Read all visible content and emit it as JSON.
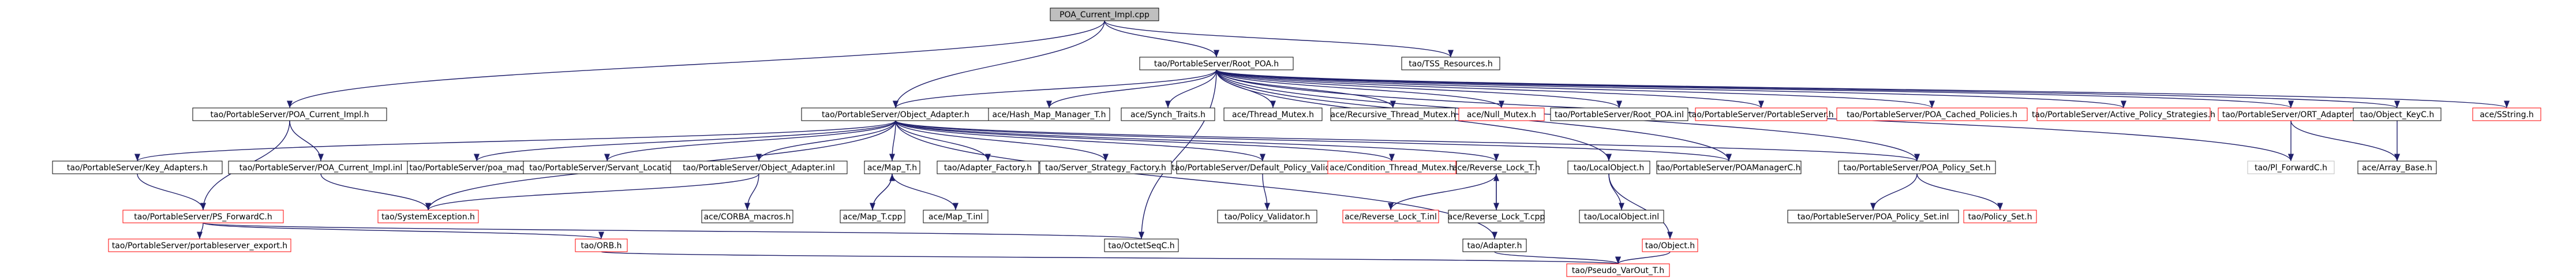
{
  "nodes": [
    {
      "id": "n_root",
      "label": "POA_Current_Impl.cpp",
      "style": "root"
    },
    {
      "id": "n_rootpoa",
      "label": "tao/PortableServer/Root_POA.h",
      "style": "normal"
    },
    {
      "id": "n_tss",
      "label": "tao/TSS_Resources.h",
      "style": "normal"
    },
    {
      "id": "n_pci_h",
      "label": "tao/PortableServer/POA_Current_Impl.h",
      "style": "normal"
    },
    {
      "id": "n_oa_h",
      "label": "tao/PortableServer/Object_Adapter.h",
      "style": "normal"
    },
    {
      "id": "n_hashmap",
      "label": "ace/Hash_Map_Manager_T.h",
      "style": "normal"
    },
    {
      "id": "n_synch",
      "label": "ace/Synch_Traits.h",
      "style": "normal"
    },
    {
      "id": "n_threadmutex",
      "label": "ace/Thread_Mutex.h",
      "style": "normal"
    },
    {
      "id": "n_recmutex",
      "label": "ace/Recursive_Thread_Mutex.h",
      "style": "normal"
    },
    {
      "id": "n_nullmutex",
      "label": "ace/Null_Mutex.h",
      "style": "missing"
    },
    {
      "id": "n_rootpoa_inl",
      "label": "tao/PortableServer/Root_POA.inl",
      "style": "normal"
    },
    {
      "id": "n_psh",
      "label": "tao/PortableServer/PortableServer.h",
      "style": "missing"
    },
    {
      "id": "n_cached",
      "label": "tao/PortableServer/POA_Cached_Policies.h",
      "style": "missing"
    },
    {
      "id": "n_active",
      "label": "tao/PortableServer/Active_Policy_Strategies.h",
      "style": "missing"
    },
    {
      "id": "n_ort",
      "label": "tao/PortableServer/ORT_Adapter.h",
      "style": "missing"
    },
    {
      "id": "n_objkey",
      "label": "tao/Object_KeyC.h",
      "style": "normal"
    },
    {
      "id": "n_sstring",
      "label": "ace/SString.h",
      "style": "missing"
    },
    {
      "id": "n_keyadapters",
      "label": "tao/PortableServer/Key_Adapters.h",
      "style": "normal"
    },
    {
      "id": "n_pci_inl",
      "label": "tao/PortableServer/POA_Current_Impl.inl",
      "style": "normal"
    },
    {
      "id": "n_poamacros",
      "label": "tao/PortableServer/poa_macros.h",
      "style": "normal"
    },
    {
      "id": "n_servantloc",
      "label": "tao/PortableServer/Servant_Location.h",
      "style": "normal"
    },
    {
      "id": "n_oa_inl",
      "label": "tao/PortableServer/Object_Adapter.inl",
      "style": "normal"
    },
    {
      "id": "n_mapt_h",
      "label": "ace/Map_T.h",
      "style": "normal"
    },
    {
      "id": "n_adfactory",
      "label": "tao/Adapter_Factory.h",
      "style": "normal"
    },
    {
      "id": "n_stratfactory",
      "label": "tao/Server_Strategy_Factory.h",
      "style": "normal"
    },
    {
      "id": "n_defpol",
      "label": "tao/PortableServer/Default_Policy_Validator.h",
      "style": "normal"
    },
    {
      "id": "n_condmutex",
      "label": "ace/Condition_Thread_Mutex.h",
      "style": "missing"
    },
    {
      "id": "n_revlock_h",
      "label": "ace/Reverse_Lock_T.h",
      "style": "normal"
    },
    {
      "id": "n_localobj",
      "label": "tao/LocalObject.h",
      "style": "normal"
    },
    {
      "id": "n_poamgr",
      "label": "tao/PortableServer/POAManagerC.h",
      "style": "normal"
    },
    {
      "id": "n_poapolset",
      "label": "tao/PortableServer/POA_Policy_Set.h",
      "style": "normal"
    },
    {
      "id": "n_pif",
      "label": "tao/Pl_ForwardC.h",
      "style": "ghost"
    },
    {
      "id": "n_arraybase",
      "label": "ace/Array_Base.h",
      "style": "normal"
    },
    {
      "id": "n_psfwd",
      "label": "tao/PortableServer/PS_ForwardC.h",
      "style": "missing"
    },
    {
      "id": "n_sysexc",
      "label": "tao/SystemException.h",
      "style": "missing"
    },
    {
      "id": "n_corbamacros",
      "label": "ace/CORBA_macros.h",
      "style": "normal"
    },
    {
      "id": "n_mapt_cpp",
      "label": "ace/Map_T.cpp",
      "style": "normal"
    },
    {
      "id": "n_mapt_inl",
      "label": "ace/Map_T.inl",
      "style": "normal"
    },
    {
      "id": "n_polval",
      "label": "tao/Policy_Validator.h",
      "style": "normal"
    },
    {
      "id": "n_revlock_inl",
      "label": "ace/Reverse_Lock_T.inl",
      "style": "missing"
    },
    {
      "id": "n_revlock_cpp",
      "label": "ace/Reverse_Lock_T.cpp",
      "style": "normal"
    },
    {
      "id": "n_localobj_inl",
      "label": "tao/LocalObject.inl",
      "style": "normal"
    },
    {
      "id": "n_polset_inl",
      "label": "tao/PortableServer/POA_Policy_Set.inl",
      "style": "normal"
    },
    {
      "id": "n_polset_h",
      "label": "tao/Policy_Set.h",
      "style": "missing"
    },
    {
      "id": "n_export",
      "label": "tao/PortableServer/portableserver_export.h",
      "style": "missing"
    },
    {
      "id": "n_orb",
      "label": "tao/ORB.h",
      "style": "missing"
    },
    {
      "id": "n_octet",
      "label": "tao/OctetSeqC.h",
      "style": "normal"
    },
    {
      "id": "n_adapter",
      "label": "tao/Adapter.h",
      "style": "normal"
    },
    {
      "id": "n_object",
      "label": "tao/Object.h",
      "style": "missing"
    },
    {
      "id": "n_pseudo",
      "label": "tao/Pseudo_VarOut_T.h",
      "style": "missing"
    }
  ],
  "edges": [
    [
      "n_root",
      "n_rootpoa"
    ],
    [
      "n_root",
      "n_tss"
    ],
    [
      "n_root",
      "n_pci_h"
    ],
    [
      "n_root",
      "n_oa_h"
    ],
    [
      "n_rootpoa",
      "n_oa_h"
    ],
    [
      "n_rootpoa",
      "n_hashmap"
    ],
    [
      "n_rootpoa",
      "n_synch"
    ],
    [
      "n_rootpoa",
      "n_threadmutex"
    ],
    [
      "n_rootpoa",
      "n_recmutex"
    ],
    [
      "n_rootpoa",
      "n_nullmutex"
    ],
    [
      "n_rootpoa",
      "n_rootpoa_inl"
    ],
    [
      "n_rootpoa",
      "n_psh"
    ],
    [
      "n_rootpoa",
      "n_cached"
    ],
    [
      "n_rootpoa",
      "n_active"
    ],
    [
      "n_rootpoa",
      "n_ort"
    ],
    [
      "n_rootpoa",
      "n_objkey"
    ],
    [
      "n_rootpoa",
      "n_sstring"
    ],
    [
      "n_rootpoa",
      "n_localobj"
    ],
    [
      "n_rootpoa",
      "n_poamgr"
    ],
    [
      "n_rootpoa",
      "n_poapolset"
    ],
    [
      "n_rootpoa",
      "n_pif"
    ],
    [
      "n_rootpoa",
      "n_octet"
    ],
    [
      "n_pci_h",
      "n_psfwd"
    ],
    [
      "n_pci_h",
      "n_pci_inl"
    ],
    [
      "n_oa_h",
      "n_keyadapters"
    ],
    [
      "n_oa_h",
      "n_poamacros"
    ],
    [
      "n_oa_h",
      "n_servantloc"
    ],
    [
      "n_oa_h",
      "n_oa_inl"
    ],
    [
      "n_oa_h",
      "n_mapt_h"
    ],
    [
      "n_oa_h",
      "n_adfactory"
    ],
    [
      "n_oa_h",
      "n_stratfactory"
    ],
    [
      "n_oa_h",
      "n_defpol"
    ],
    [
      "n_oa_h",
      "n_condmutex"
    ],
    [
      "n_oa_h",
      "n_revlock_h"
    ],
    [
      "n_oa_h",
      "n_poamgr"
    ],
    [
      "n_oa_h",
      "n_poapolset"
    ],
    [
      "n_oa_h",
      "n_adapter"
    ],
    [
      "n_oa_h",
      "n_sysexc"
    ],
    [
      "n_keyadapters",
      "n_psfwd"
    ],
    [
      "n_pci_inl",
      "n_sysexc"
    ],
    [
      "n_oa_inl",
      "n_sysexc"
    ],
    [
      "n_oa_inl",
      "n_corbamacros"
    ],
    [
      "n_mapt_h",
      "n_mapt_cpp"
    ],
    [
      "n_mapt_h",
      "n_mapt_inl"
    ],
    [
      "n_mapt_cpp",
      "n_mapt_h"
    ],
    [
      "n_defpol",
      "n_polval"
    ],
    [
      "n_revlock_h",
      "n_revlock_inl"
    ],
    [
      "n_revlock_h",
      "n_revlock_cpp"
    ],
    [
      "n_revlock_cpp",
      "n_revlock_h"
    ],
    [
      "n_localobj",
      "n_localobj_inl"
    ],
    [
      "n_localobj",
      "n_object"
    ],
    [
      "n_poapolset",
      "n_polset_inl"
    ],
    [
      "n_poapolset",
      "n_polset_h"
    ],
    [
      "n_ort",
      "n_pif"
    ],
    [
      "n_ort",
      "n_arraybase"
    ],
    [
      "n_objkey",
      "n_arraybase"
    ],
    [
      "n_psfwd",
      "n_export"
    ],
    [
      "n_psfwd",
      "n_orb"
    ],
    [
      "n_psfwd",
      "n_octet"
    ],
    [
      "n_orb",
      "n_pseudo"
    ],
    [
      "n_adapter",
      "n_pseudo"
    ],
    [
      "n_object",
      "n_pseudo"
    ]
  ]
}
